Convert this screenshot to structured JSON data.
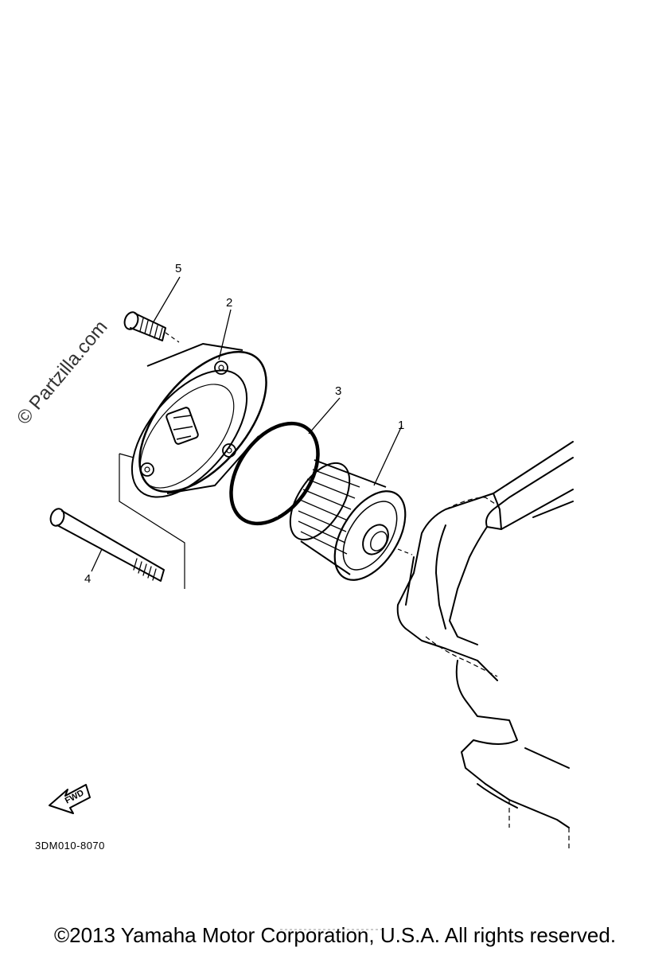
{
  "watermark": "© Partzilla.com",
  "callouts": {
    "part_1": "1",
    "part_2": "2",
    "part_3": "3",
    "part_4": "4",
    "part_5": "5"
  },
  "fwd_indicator": "FWD",
  "drawing_code": "3DM010-8070",
  "copyright": "©2013 Yamaha Motor Corporation, U.S.A. All rights reserved."
}
